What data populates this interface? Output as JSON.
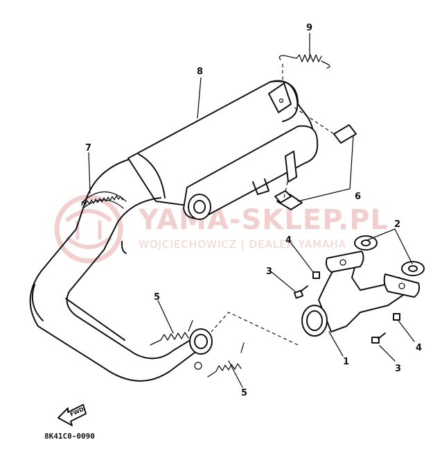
{
  "diagram": {
    "callouts": [
      {
        "id": "1",
        "label": "1"
      },
      {
        "id": "2",
        "label": "2"
      },
      {
        "id": "3a",
        "label": "3"
      },
      {
        "id": "3b",
        "label": "3"
      },
      {
        "id": "4a",
        "label": "4"
      },
      {
        "id": "4b",
        "label": "4"
      },
      {
        "id": "5a",
        "label": "5"
      },
      {
        "id": "5b",
        "label": "5"
      },
      {
        "id": "6",
        "label": "6"
      },
      {
        "id": "7",
        "label": "7"
      },
      {
        "id": "8",
        "label": "8"
      },
      {
        "id": "9",
        "label": "9"
      }
    ],
    "front_arrow_label": "FWD",
    "diagram_code": "8K41C0-0090"
  },
  "watermark": {
    "brand": "YAMA-SKLEP.PL",
    "tagline": "WOJCIECHOWICZ | DEALER YAMAHA",
    "color": "#e9a9a9"
  },
  "colors": {
    "ink": "#111111",
    "paper": "#ffffff"
  }
}
